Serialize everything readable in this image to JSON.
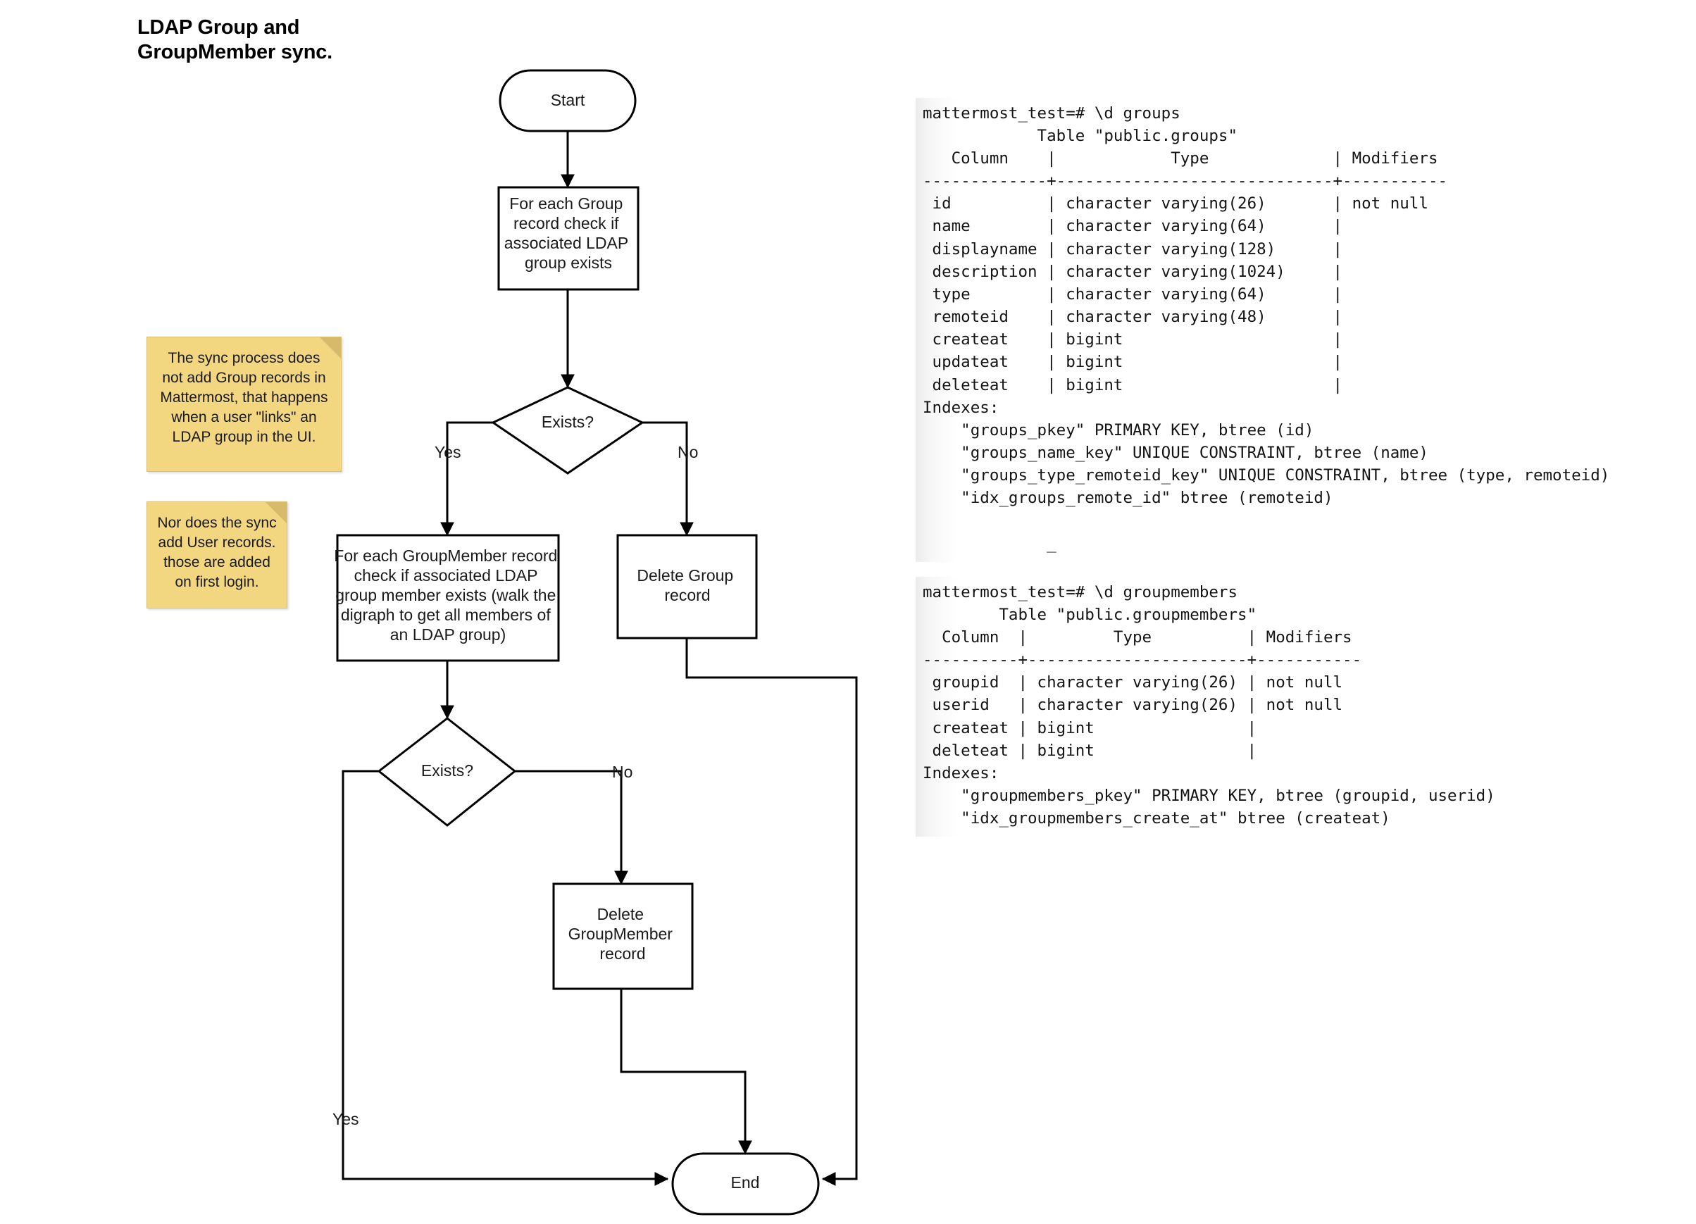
{
  "title": "LDAP Group and\nGroupMember sync.",
  "flowchart": {
    "nodes": {
      "start": "Start",
      "check_group": "For each Group record check if associated LDAP group exists",
      "decision_group": "Exists?",
      "check_member": "For each GroupMember record check if associated LDAP group member exists (walk the digraph to get all members of an LDAP group)",
      "delete_group": "Delete Group record",
      "decision_member": "Exists?",
      "delete_groupmember": "Delete GroupMember record",
      "end": "End"
    },
    "node_lines": {
      "check_group": [
        "For each Group",
        "record check if",
        "associated LDAP",
        "group exists"
      ],
      "check_member": [
        "For each GroupMember record",
        "check if associated LDAP",
        "group member exists (walk the",
        "digraph to get all members of",
        "an LDAP group)"
      ],
      "delete_group": [
        "Delete Group",
        "record"
      ],
      "delete_groupmember": [
        "Delete",
        "GroupMember",
        "record"
      ]
    },
    "edge_labels": {
      "group_yes": "Yes",
      "group_no": "No",
      "member_no": "No",
      "member_yes": "Yes"
    }
  },
  "notes": [
    {
      "id": "note-group",
      "text": "The sync process does not add Group records in Mattermost, that happens when a user \"links\" an LDAP group in the UI."
    },
    {
      "id": "note-user",
      "text": "Nor does the sync add User records. those are added on first login."
    }
  ],
  "terminal": {
    "groups": "mattermost_test=# \\d groups\n            Table \"public.groups\"\n   Column    |            Type             | Modifiers\n-------------+-----------------------------+-----------\n id          | character varying(26)       | not null\n name        | character varying(64)       |\n displayname | character varying(128)      |\n description | character varying(1024)     |\n type        | character varying(64)       |\n remoteid    | character varying(48)       |\n createat    | bigint                      |\n updateat    | bigint                      |\n deleteat    | bigint                      |\nIndexes:\n    \"groups_pkey\" PRIMARY KEY, btree (id)\n    \"groups_name_key\" UNIQUE CONSTRAINT, btree (name)\n    \"groups_type_remoteid_key\" UNIQUE CONSTRAINT, btree (type, remoteid)\n    \"idx_groups_remote_id\" btree (remoteid)\n\n             _",
    "groupmembers": "mattermost_test=# \\d groupmembers\n        Table \"public.groupmembers\"\n  Column  |         Type          | Modifiers\n----------+-----------------------+-----------\n groupid  | character varying(26) | not null\n userid   | character varying(26) | not null\n createat | bigint                |\n deleteat | bigint                |\nIndexes:\n    \"groupmembers_pkey\" PRIMARY KEY, btree (groupid, userid)\n    \"idx_groupmembers_create_at\" btree (createat)"
  },
  "colors": {
    "note_bg": "#f2d680",
    "note_fold": "#d7bb6b",
    "stroke": "#000000",
    "text": "#1a1a1a"
  }
}
